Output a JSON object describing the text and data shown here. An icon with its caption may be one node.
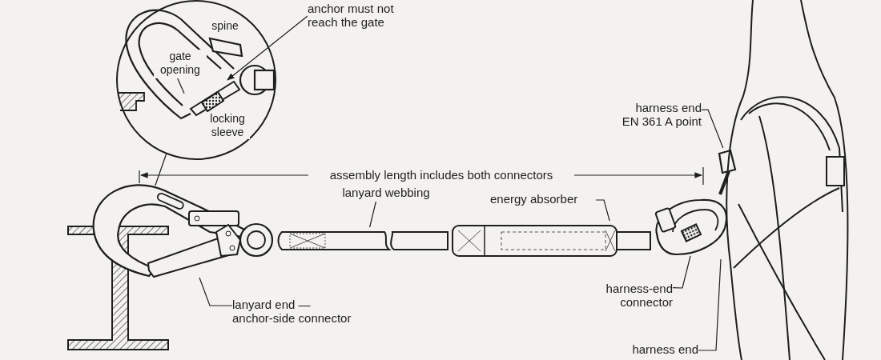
{
  "diagram": {
    "nodes": [
      {
        "text": [],
        "shape": "circle"
      },
      {
        "text": [
          "anchor must not reach the gate"
        ]
      },
      {
        "text": [
          "gate opening"
        ],
        "in": 0
      },
      {
        "text": [],
        "shape": "picture",
        "in": 0
      },
      {
        "text": [],
        "shape": "picture"
      },
      {
        "text": [
          "lanyard end — anchor-side connector"
        ]
      },
      {
        "text": [
          "lanyard webbing"
        ]
      },
      {
        "text": [],
        "shape": "picture"
      },
      {
        "text": [
          "energy absorber"
        ]
      },
      {
        "text": [],
        "shape": "picture"
      },
      {
        "text": [
          "harness end EN 361 A point"
        ]
      },
      {
        "text": [],
        "shape": "picture"
      },
      {
        "text": [
          "harness-end connector"
        ]
      },
      {
        "text": [],
        "shape": "picture"
      },
      {
        "text": [
          "harness end"
        ]
      },
      {
        "text": [],
        "shape": "person"
      }
    ],
    "edges": [
      {
        "from": 1,
        "to": 3,
        "arrow": "to"
      },
      {
        "from": 2,
        "to": 3,
        "arrow": "none"
      },
      {
        "from": 0,
        "to": 4,
        "arrow": "none"
      },
      {
        "from": 5,
        "to": 4,
        "arrow": "none"
      },
      {
        "from": 6,
        "to": 7,
        "arrow": "none"
      },
      {
        "from": 8,
        "to": 9,
        "arrow": "none"
      },
      {
        "from": 10,
        "to": 11,
        "arrow": "none"
      },
      {
        "from": 12,
        "to": 13,
        "arrow": "none"
      },
      {
        "from": 14,
        "to": 15,
        "arrow": "none"
      }
    ],
    "labels": [
      "spine",
      "locking sleeve",
      "assembly length includes both connectors"
    ]
  }
}
